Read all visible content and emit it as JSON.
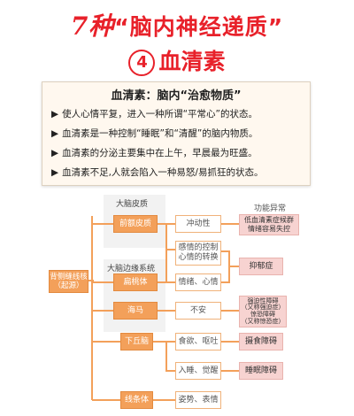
{
  "header": {
    "title_num": "7种",
    "title_text": "“脑内神经递质”",
    "sub_num": "4",
    "sub_text": "血清素"
  },
  "card": {
    "title": "血清素：脑内“治愈物质”",
    "bullets": [
      "使人心情平复，进入一种所谓“平常心”的状态。",
      "血清素是一种控制“睡眠”和“清醒”的脑内物质。",
      "血清素的分泌主要集中在上午，早晨最为旺盛。",
      "血清素不足,人就会陷入一种易怒/易抓狂的状态。"
    ]
  },
  "diagram": {
    "source": "背侧缝线核\n（起源）",
    "region_cortex": "大脑皮质",
    "region_limbic": "大脑边缘系统",
    "prefrontal": "前额皮质",
    "amygdala": "扁桃体",
    "hippocampus": "海马",
    "hypothalamus": "下丘脑",
    "striatum": "线条体",
    "func_impulse": "冲动性",
    "func_emotion_control": "感情的控制\n心情的转换",
    "func_mood": "情绪、心情",
    "func_anxiety": "不安",
    "func_appetite": "食欲、呕吐",
    "func_sleep": "入睡、觉醒",
    "func_posture": "姿势、表情",
    "disorder_header": "功能异常",
    "dis_low_serotonin": "低血清素症候群\n情绪容易失控",
    "dis_depression": "抑郁症",
    "dis_ocd": "强迫性障碍\n（又称强迫症）\n惊恐障碍\n（又称惊恐症）",
    "dis_eating": "摄食障碍",
    "dis_sleep": "睡眠障碍"
  }
}
